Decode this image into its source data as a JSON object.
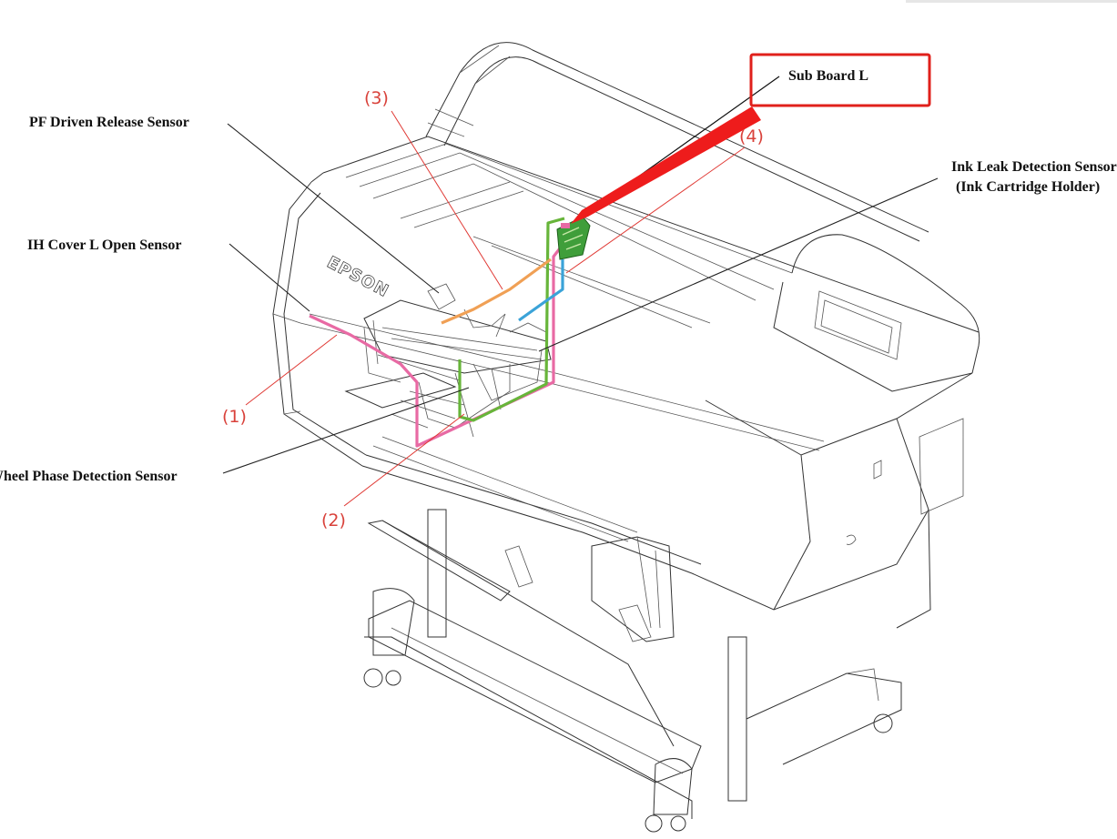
{
  "labels": {
    "pf_driven_release": "PF Driven Release Sensor",
    "ih_cover_l_open": "IH Cover L Open Sensor",
    "wheel_phase_detection": "Wheel Phase Detection Sensor",
    "ink_leak_line1": "Ink Leak Detection Sensor",
    "ink_leak_line2": "(Ink Cartridge Holder)",
    "sub_board_l": "Sub Board L",
    "brand_logo": "EPSON"
  },
  "callouts": [
    "(1)",
    "(2)",
    "(3)",
    "(4)"
  ],
  "colors": {
    "callout_red": "#d9423b",
    "highlight_box": "#e0201b",
    "cable_pink": "#e86aa4",
    "cable_green": "#67b53a",
    "cable_orange": "#f0a055",
    "cable_blue": "#3ba3d8",
    "board_green": "#3f9e3a"
  }
}
